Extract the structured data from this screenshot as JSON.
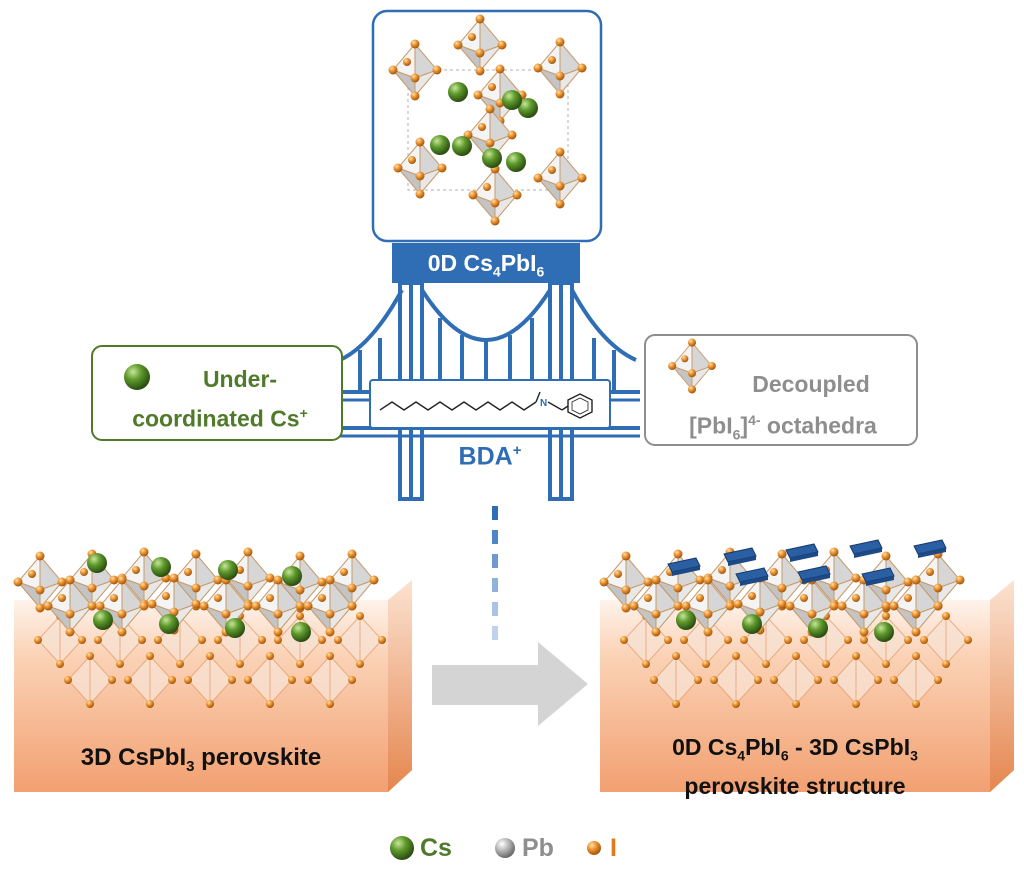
{
  "top_panel": {
    "label_prefix": "0D Cs",
    "label_sub1": "4",
    "label_mid": "PbI",
    "label_sub2": "6"
  },
  "left_callout": {
    "line1": "Under-",
    "line2_main": "coordinated Cs",
    "line2_sup": "+"
  },
  "right_callout": {
    "line1": "Decoupled",
    "line2_a": "[PbI",
    "line2_sub": "6",
    "line2_b": "]",
    "line2_sup": "4-",
    "line2_c": " octahedra"
  },
  "bridge": {
    "label_main": "BDA",
    "label_sup": "+"
  },
  "left_slab": {
    "label_a": "3D CsPbI",
    "label_sub": "3",
    "label_b": " perovskite"
  },
  "right_slab": {
    "line1_a": "0D Cs",
    "line1_sub1": "4",
    "line1_b": "PbI",
    "line1_sub2": "6",
    "line1_c": " - 3D CsPbI",
    "line1_sub3": "3",
    "line2": "perovskite structure"
  },
  "legend": [
    {
      "symbol": "cs-sphere",
      "label": "Cs",
      "color": "#4e7a2a"
    },
    {
      "symbol": "pb-sphere",
      "label": "Pb",
      "color": "#8e8e8e"
    },
    {
      "symbol": "i-sphere",
      "label": "I",
      "color": "#e07a1f"
    }
  ],
  "colors": {
    "bridge_blue": "#2f6db5",
    "cs_green": "#4e7a2a",
    "iodine_orange": "#e08a2a",
    "slab_orange": "#f6b48a",
    "arrow_grey": "#d4d4d4"
  }
}
